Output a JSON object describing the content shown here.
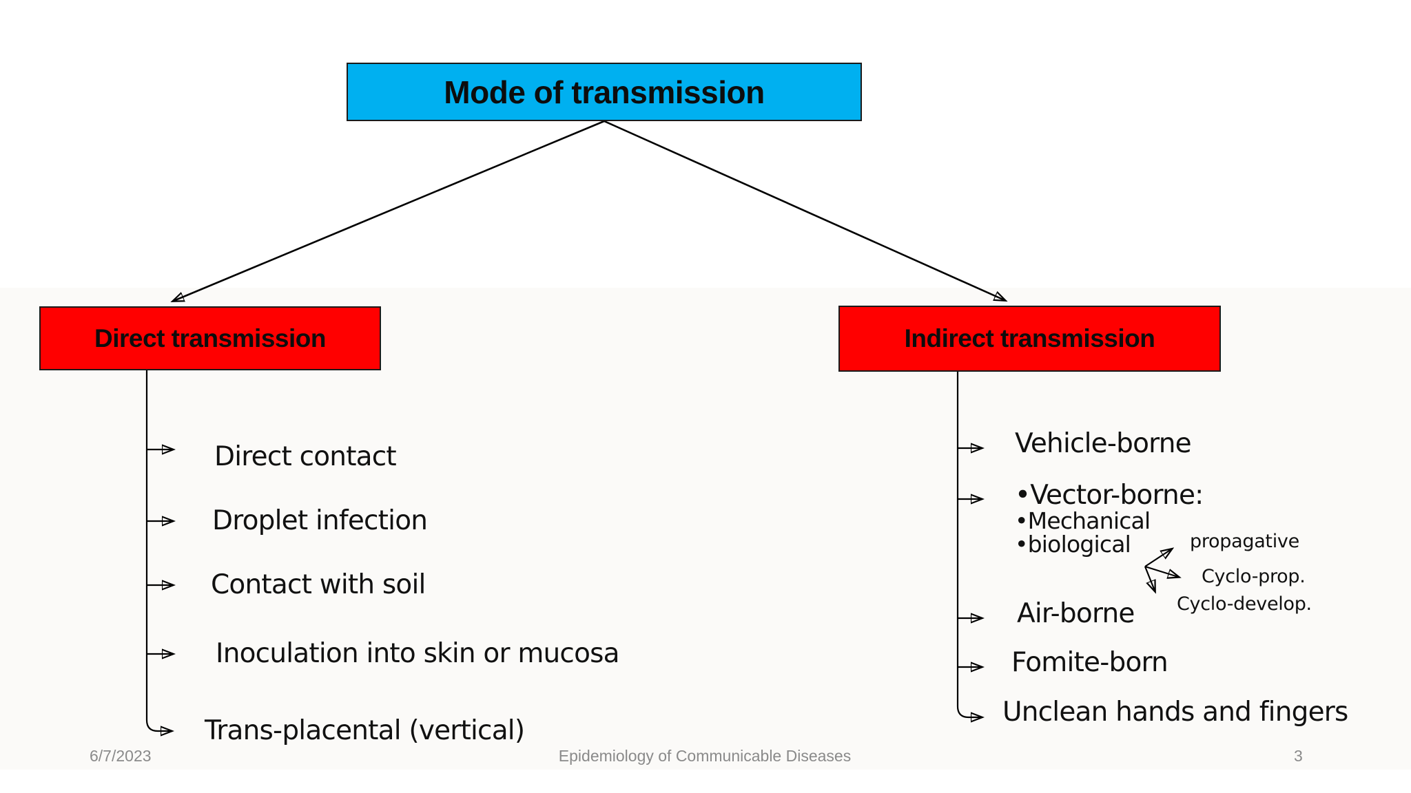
{
  "slide": {
    "title": "Mode of transmission",
    "footer": {
      "date": "6/7/2023",
      "center_text": "Epidemiology of Communicable Diseases",
      "page_number": "3"
    }
  },
  "direct_branch": {
    "label": "Direct transmission",
    "items": [
      "Direct contact",
      "Droplet infection",
      "Contact with soil",
      "Inoculation into skin or mucosa",
      "Trans-placental (vertical)"
    ]
  },
  "indirect_branch": {
    "label": "Indirect transmission",
    "item_vehicle": "Vehicle-borne",
    "item_vector": "•Vector-borne:",
    "item_vector_mechanical": "•Mechanical",
    "item_vector_biological": "•biological",
    "biological_types": [
      "propagative",
      "Cyclo-prop.",
      "Cyclo-develop."
    ],
    "item_air": "Air-borne",
    "item_fomite": "Fomite-born",
    "item_unclean": "Unclean hands and fingers"
  },
  "colors": {
    "title_box_fill": "#00B0F0",
    "branch_box_fill": "#FF0000",
    "box_border": "#1a1a1a",
    "connector_stroke": "#000000",
    "body_text": "#111111",
    "footer_text": "#8a8a8a"
  }
}
